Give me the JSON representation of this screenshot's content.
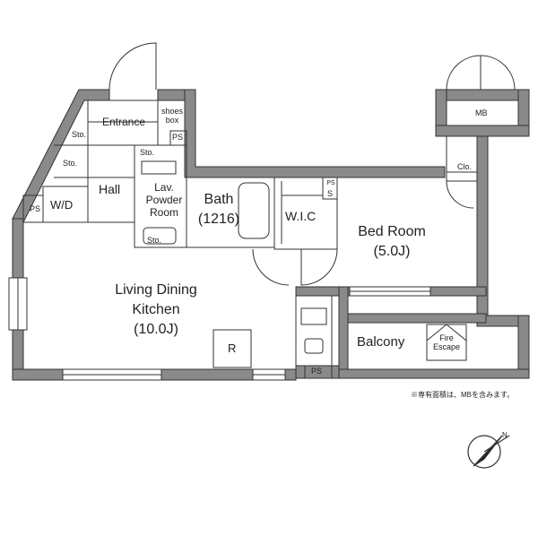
{
  "rooms": {
    "living_line1": "Living Dining",
    "living_line2": "Kitchen",
    "living_size": "(10.0J)",
    "bedroom_name": "Bed Room",
    "bedroom_size": "(5.0J)",
    "balcony": "Balcony",
    "bath_name": "Bath",
    "bath_size": "(1216)",
    "lav_line1": "Lav.",
    "lav_line2": "Powder",
    "lav_line3": "Room",
    "wic": "W.I.C",
    "hall": "Hall",
    "entrance": "Entrance",
    "wd": "W/D",
    "mb": "MB",
    "clo": "Clo.",
    "fire_line1": "Fire",
    "fire_line2": "Escape",
    "shoes_line1": "shoes",
    "shoes_line2": "box"
  },
  "small_labels": {
    "sto": "Sto.",
    "ps": "PS",
    "r": "R",
    "s": "S"
  },
  "note": "※専有面積は、MBを含みます。",
  "compass": {
    "north_symbol": "N"
  },
  "colors": {
    "wall": "#8a8a8a",
    "line": "#333333",
    "floor": "#ffffff"
  }
}
